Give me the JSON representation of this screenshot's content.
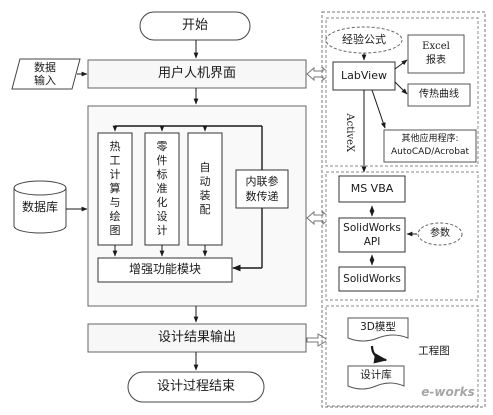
{
  "flow": {
    "start": "开始",
    "data_input": [
      "数据",
      "输入"
    ],
    "hmi": "用户人机界面",
    "database": "数据库",
    "col1": [
      "热",
      "工",
      "计",
      "算",
      "与",
      "绘",
      "图"
    ],
    "col2": [
      "零",
      "件",
      "标",
      "准",
      "化",
      "设",
      "计"
    ],
    "col3": [
      "自",
      "动",
      "装",
      "配"
    ],
    "inline_params": [
      "内联参",
      "数传递"
    ],
    "enhance": "增强功能模块",
    "output": "设计结果输出",
    "end": "设计过程结束"
  },
  "right": {
    "formula": "经验公式",
    "labview": "LabView",
    "excel": [
      "Excel",
      "报表"
    ],
    "heat_curve": "传热曲线",
    "activex": "ActiveX",
    "other_apps": [
      "其他应用程序:",
      "AutoCAD/Acrobat"
    ],
    "msvba": "MS VBA",
    "sw_api": [
      "SolidWorks",
      "API"
    ],
    "param": "参数",
    "solidworks": "SolidWorks",
    "model3d": "3D模型",
    "drawing": "工程图",
    "design_lib": "设计库",
    "watermark": "e-works"
  }
}
